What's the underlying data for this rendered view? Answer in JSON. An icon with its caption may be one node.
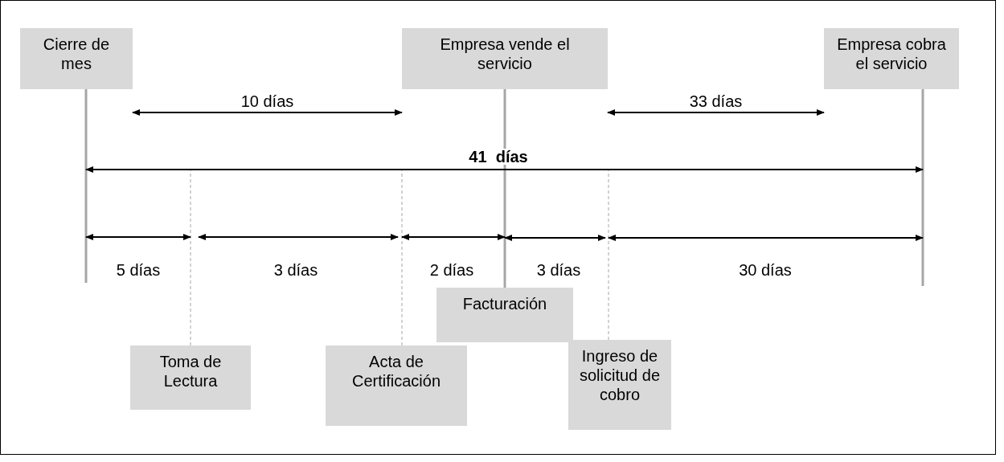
{
  "diagram": {
    "nodes": [
      {
        "text": [
          "Cierre de mes"
        ]
      },
      {
        "text": [
          "Empresa vende el servicio"
        ]
      },
      {
        "text": [
          "Empresa cobra el servicio"
        ]
      },
      {
        "text": [
          "Facturación"
        ]
      },
      {
        "text": [
          "Toma de Lectura"
        ]
      },
      {
        "text": [
          "Acta de Certificación"
        ]
      },
      {
        "text": [
          "Ingreso de solicitud de cobro"
        ]
      }
    ],
    "edges": [
      {
        "from": 0,
        "to": 1,
        "arrow": "both",
        "label": "10 días",
        "color": "#000000"
      },
      {
        "from": 1,
        "to": 2,
        "arrow": "both",
        "label": "33 días",
        "color": "#000000"
      },
      {
        "from": 1,
        "to": 3,
        "arrow": "none"
      },
      {
        "from": 0,
        "to": null,
        "arrow": "none"
      },
      {
        "from": 2,
        "to": null,
        "arrow": "none"
      },
      {
        "from": 4,
        "to": null,
        "arrow": "none",
        "style": "dashed"
      },
      {
        "from": 5,
        "to": null,
        "arrow": "none",
        "style": "dashed"
      },
      {
        "from": 6,
        "to": null,
        "arrow": "none",
        "style": "dashed"
      }
    ],
    "labels": [
      "41  días",
      "5 días",
      "3 días",
      "2 días",
      "3 días",
      "30 días"
    ]
  }
}
